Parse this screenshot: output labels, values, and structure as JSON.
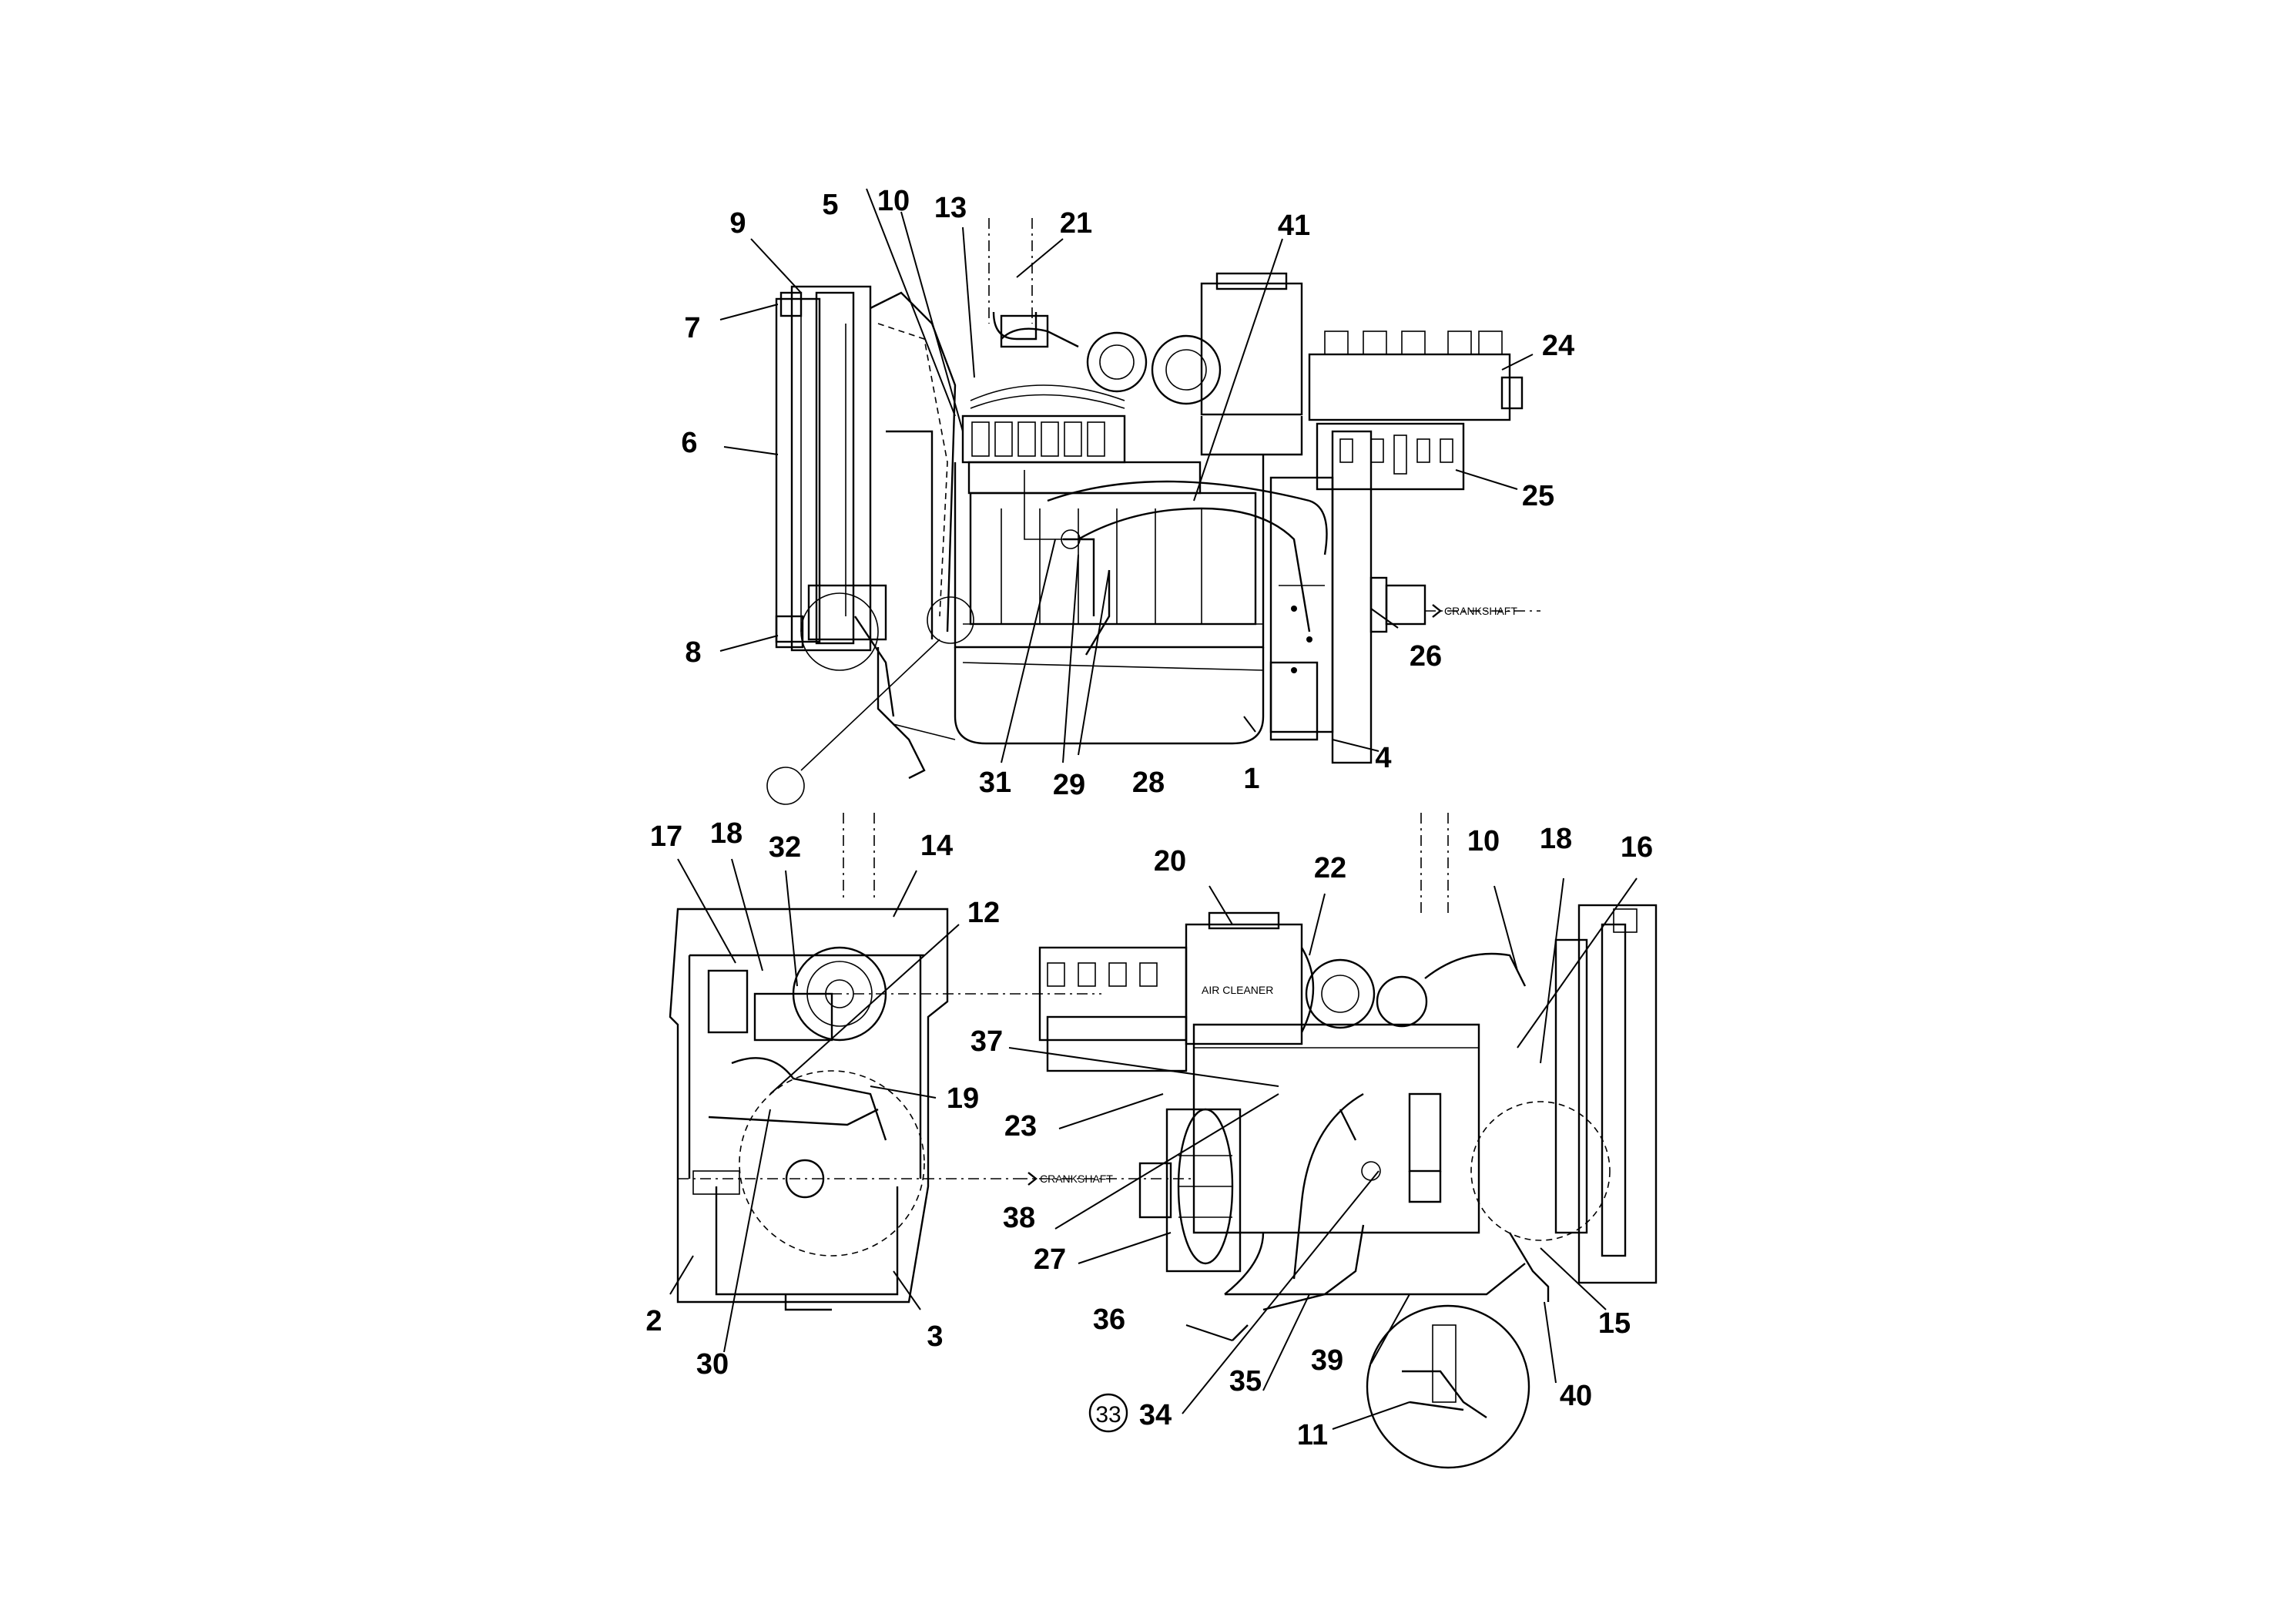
{
  "callouts": {
    "c1": "1",
    "c2": "2",
    "c3": "3",
    "c4": "4",
    "c5": "5",
    "c6": "6",
    "c7": "7",
    "c8": "8",
    "c9": "9",
    "c10a": "10",
    "c10b": "10",
    "c11": "11",
    "c12": "12",
    "c13": "13",
    "c14": "14",
    "c15": "15",
    "c16": "16",
    "c17": "17",
    "c18a": "18",
    "c18b": "18",
    "c19": "19",
    "c20": "20",
    "c21": "21",
    "c22": "22",
    "c23": "23",
    "c24": "24",
    "c25": "25",
    "c26": "26",
    "c27": "27",
    "c28": "28",
    "c29": "29",
    "c30": "30",
    "c31": "31",
    "c32": "32",
    "c33": "33",
    "c34": "34",
    "c35": "35",
    "c36": "36",
    "c37": "37",
    "c38": "38",
    "c39": "39",
    "c40": "40",
    "c41": "41"
  },
  "labels": {
    "crankshaft_top": "CRANKSHAFT",
    "crankshaft_front": "CRANKSHAFT",
    "air_cleaner": "AIR CLEANER"
  }
}
